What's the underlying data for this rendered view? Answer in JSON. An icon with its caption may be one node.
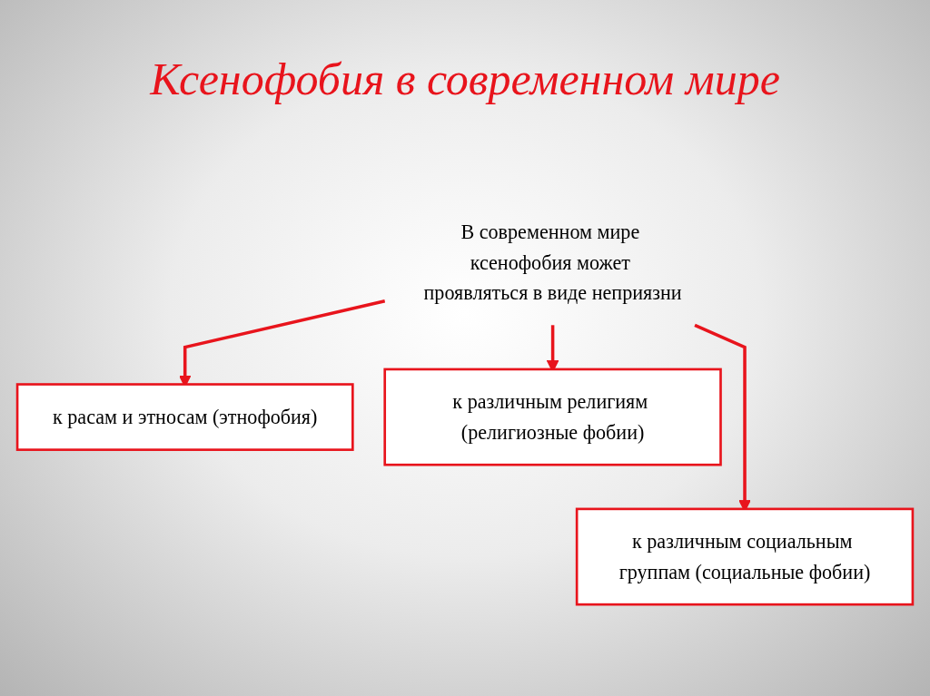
{
  "diagram": {
    "title": "Ксенофобия в современном мире",
    "nodes": [
      {
        "text": [
          "В современном мире ксенофобия может проявляться в виде неприязни"
        ]
      },
      {
        "text": [
          "к расам и этносам (этнофобия)"
        ]
      },
      {
        "text": [
          "к различным религиям (религиозные фобии)"
        ]
      },
      {
        "text": [
          "к различным социальным группам (социальные фобии)"
        ]
      }
    ],
    "edges": [
      {
        "from": 0,
        "to": 1,
        "arrow": "to"
      },
      {
        "from": 0,
        "to": 3,
        "arrow": "to"
      },
      {
        "from": 0,
        "to": 2,
        "arrow": "to"
      }
    ]
  }
}
